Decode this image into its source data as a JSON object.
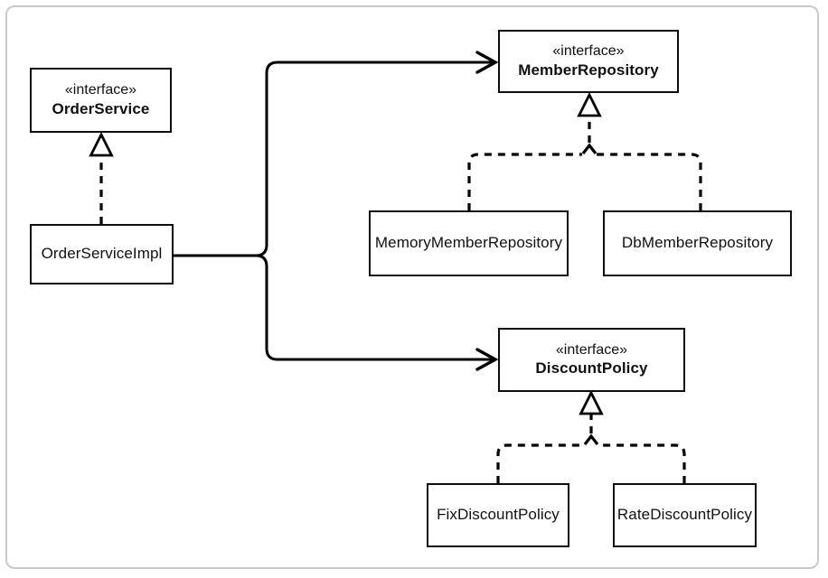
{
  "diagram": {
    "kind": "uml-class-diagram",
    "colors": {
      "line": "#000000",
      "box_border": "#0e0e0e",
      "box_fill": "#ffffff",
      "frame_border": "#c9c9c9",
      "background": "#ffffff"
    },
    "nodes": [
      {
        "id": "order-service",
        "stereotype": "«interface»",
        "name": "OrderService"
      },
      {
        "id": "order-service-impl",
        "name": "OrderServiceImpl"
      },
      {
        "id": "member-repository",
        "stereotype": "«interface»",
        "name": "MemberRepository"
      },
      {
        "id": "memory-member-repository",
        "name": "MemoryMemberRepository"
      },
      {
        "id": "db-member-repository",
        "name": "DbMemberRepository"
      },
      {
        "id": "discount-policy",
        "stereotype": "«interface»",
        "name": "DiscountPolicy"
      },
      {
        "id": "fix-discount-policy",
        "name": "FixDiscountPolicy"
      },
      {
        "id": "rate-discount-policy",
        "name": "RateDiscountPolicy"
      }
    ],
    "relationships": [
      {
        "from": "OrderServiceImpl",
        "to": "OrderService",
        "type": "realization"
      },
      {
        "from": "OrderServiceImpl",
        "to": "MemberRepository",
        "type": "dependency"
      },
      {
        "from": "OrderServiceImpl",
        "to": "DiscountPolicy",
        "type": "dependency"
      },
      {
        "from": "MemoryMemberRepository",
        "to": "MemberRepository",
        "type": "realization"
      },
      {
        "from": "DbMemberRepository",
        "to": "MemberRepository",
        "type": "realization"
      },
      {
        "from": "FixDiscountPolicy",
        "to": "DiscountPolicy",
        "type": "realization"
      },
      {
        "from": "RateDiscountPolicy",
        "to": "DiscountPolicy",
        "type": "realization"
      }
    ]
  }
}
